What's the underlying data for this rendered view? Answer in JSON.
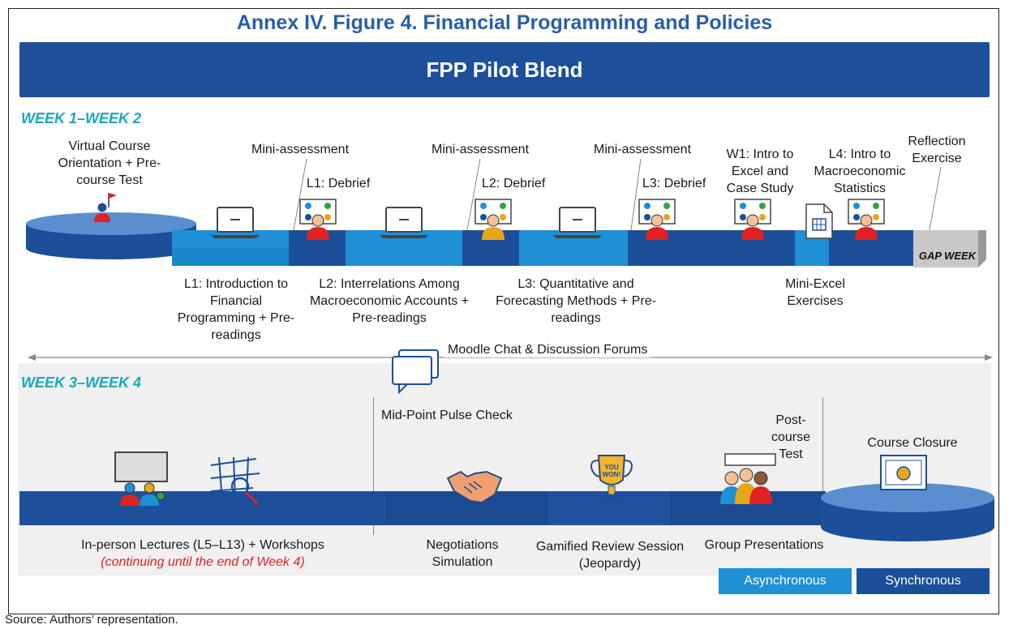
{
  "figure_title": "Annex IV. Figure 4. Financial Programming and Policies",
  "banner_title": "FPP Pilot Blend",
  "week12": {
    "label": "WEEK 1–WEEK 2",
    "orientation": "Virtual Course Orientation + Pre-course Test",
    "mini1": "Mini-assessment",
    "mini2": "Mini-assessment",
    "mini3": "Mini-assessment",
    "debrief1": "L1: Debrief",
    "debrief2": "L2: Debrief",
    "debrief3": "L3: Debrief",
    "w1": "W1: Intro to Excel and Case Study",
    "l4": "L4: Intro to Macroeconomic Statistics",
    "reflection": "Reflection Exercise",
    "gap_week": "GAP WEEK",
    "l1": "L1: Introduction to Financial Programming + Pre-readings",
    "l2": "L2: Interrelations Among Macroeconomic Accounts + Pre-readings",
    "l3": "L3: Quantitative and Forecasting Methods + Pre-readings",
    "mini_excel": "Mini-Excel Exercises"
  },
  "moodle": "Moodle Chat & Discussion Forums",
  "week34": {
    "label": "WEEK 3–WEEK 4",
    "midpoint": "Mid-Point Pulse Check",
    "post_course": "Post-course Test",
    "closure": "Course Closure",
    "in_person": "In-person Lectures (L5–L13) + Workshops",
    "continuing": "(continuing until the end of Week 4)",
    "negotiations": "Negotiations Simulation",
    "gamified": "Gamified Review Session (Jeopardy)",
    "group": "Group Presentations",
    "trophy_text": "YOU WON!"
  },
  "legend": {
    "async": "Asynchronous",
    "sync": "Synchronous"
  },
  "source": "Source: Authors’ representation.",
  "colors": {
    "async": "#1f8fd6",
    "sync": "#1c4f9a",
    "title": "#2a5ea8",
    "week": "#1fa7b8"
  }
}
